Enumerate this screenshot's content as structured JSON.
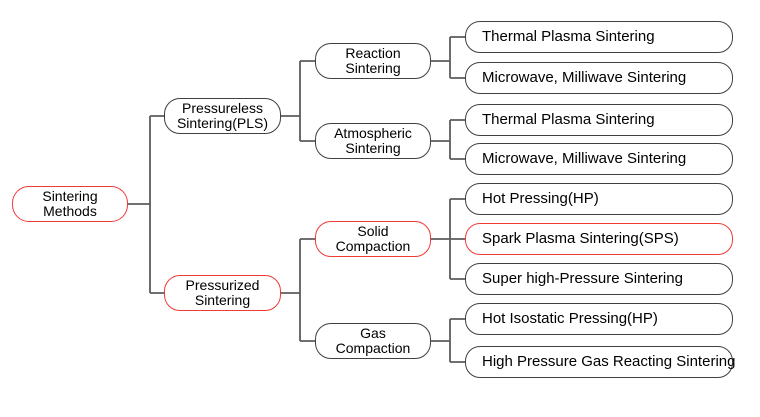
{
  "colors": {
    "highlight_border": "#ee3b36",
    "node_border": "#404040",
    "connector": "#5c5c5c",
    "text": "#000000",
    "background": "#ffffff"
  },
  "tree": {
    "label": "Sintering Methods",
    "highlighted": true,
    "children": [
      {
        "label": "Pressureless Sintering(PLS)",
        "highlighted": false,
        "children": [
          {
            "label": "Reaction Sintering",
            "highlighted": false,
            "children": [
              {
                "label": "Thermal Plasma Sintering",
                "highlighted": false
              },
              {
                "label": "Microwave, Milliwave Sintering",
                "highlighted": false
              }
            ]
          },
          {
            "label": "Atmospheric Sintering",
            "highlighted": false,
            "children": [
              {
                "label": "Thermal Plasma Sintering",
                "highlighted": false
              },
              {
                "label": "Microwave, Milliwave Sintering",
                "highlighted": false
              }
            ]
          }
        ]
      },
      {
        "label": "Pressurized Sintering",
        "highlighted": true,
        "children": [
          {
            "label": "Solid Compaction",
            "highlighted": true,
            "children": [
              {
                "label": "Hot Pressing(HP)",
                "highlighted": false
              },
              {
                "label": "Spark Plasma Sintering(SPS)",
                "highlighted": true
              },
              {
                "label": "Super high-Pressure Sintering",
                "highlighted": false
              }
            ]
          },
          {
            "label": "Gas Compaction",
            "highlighted": false,
            "children": [
              {
                "label": "Hot Isostatic Pressing(HP)",
                "highlighted": false
              },
              {
                "label": "High Pressure Gas Reacting Sintering",
                "highlighted": false
              }
            ]
          }
        ]
      }
    ]
  }
}
